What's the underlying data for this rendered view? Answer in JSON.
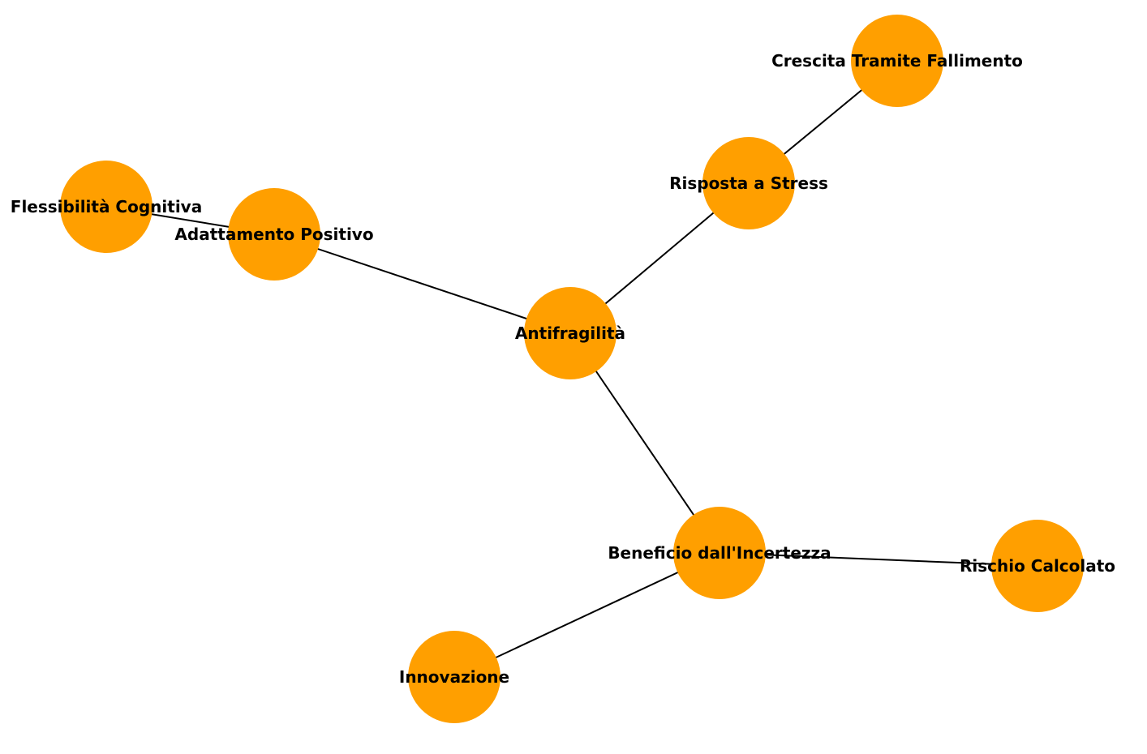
{
  "graph": {
    "node_color": "#ff9f00",
    "edge_color": "#000000",
    "nodes": [
      {
        "id": "antifragilita",
        "label": "Antifragilità"
      },
      {
        "id": "adattamento",
        "label": "Adattamento Positivo"
      },
      {
        "id": "flessibilita",
        "label": "Flessibilità Cognitiva"
      },
      {
        "id": "risposta",
        "label": "Risposta a Stress"
      },
      {
        "id": "crescita",
        "label": "Crescita Tramite Fallimento"
      },
      {
        "id": "beneficio",
        "label": "Beneficio dall'Incertezza"
      },
      {
        "id": "rischio",
        "label": "Rischio Calcolato"
      },
      {
        "id": "innovazione",
        "label": "Innovazione"
      }
    ],
    "edges": [
      {
        "from": "antifragilita",
        "to": "adattamento"
      },
      {
        "from": "adattamento",
        "to": "flessibilita"
      },
      {
        "from": "antifragilita",
        "to": "risposta"
      },
      {
        "from": "risposta",
        "to": "crescita"
      },
      {
        "from": "antifragilita",
        "to": "beneficio"
      },
      {
        "from": "beneficio",
        "to": "rischio"
      },
      {
        "from": "beneficio",
        "to": "innovazione"
      }
    ]
  }
}
